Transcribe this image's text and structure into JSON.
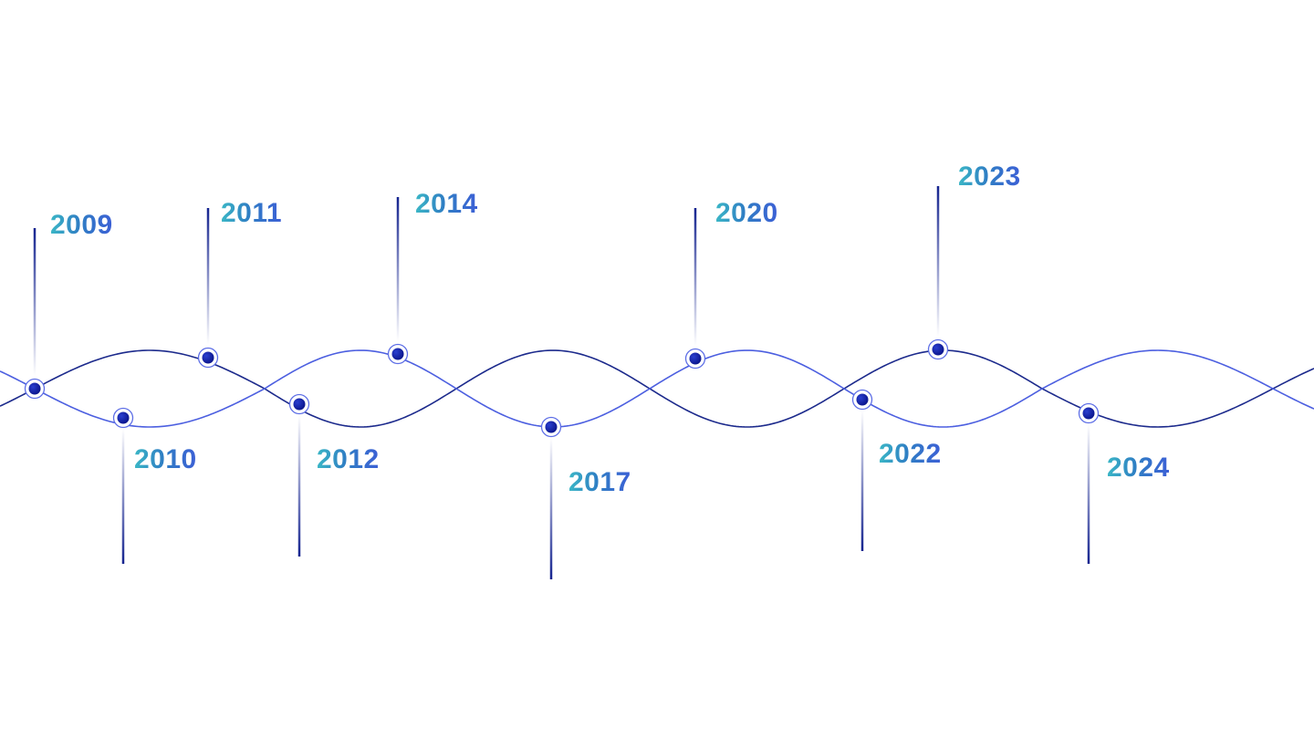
{
  "timeline": {
    "events": [
      {
        "year": "2009"
      },
      {
        "year": "2010"
      },
      {
        "year": "2011"
      },
      {
        "year": "2012"
      },
      {
        "year": "2014"
      },
      {
        "year": "2017"
      },
      {
        "year": "2020"
      },
      {
        "year": "2022"
      },
      {
        "year": "2023"
      },
      {
        "year": "2024"
      }
    ]
  },
  "colors": {
    "curve_dark": "#1c2a8c",
    "curve_light": "#4c5fe0",
    "dot": "#0d1a9e",
    "ring": "#5d6ee6",
    "label_start": "#3bb7c6",
    "label_end": "#3c5fd6"
  }
}
